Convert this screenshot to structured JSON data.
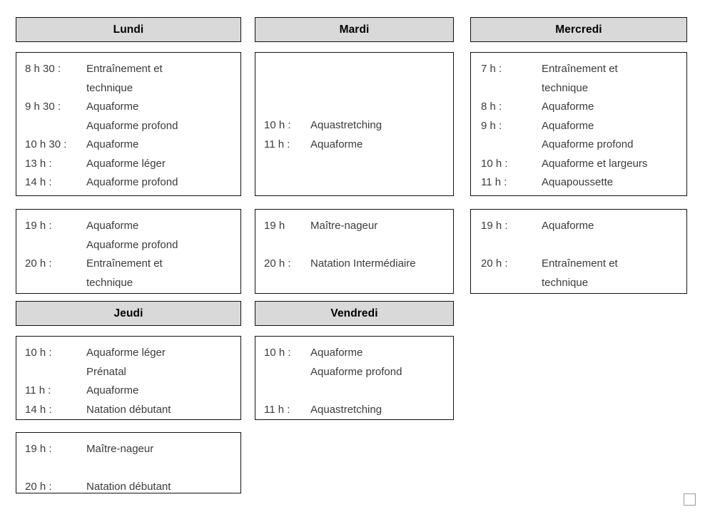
{
  "theme": {
    "header_bg": "#d9d9d9",
    "border_color": "#111111",
    "text_color": "#3b3b3b",
    "header_text_color": "#000000",
    "corner_mark_color": "#9b9b9b",
    "page_bg": "#ffffff"
  },
  "days": [
    {
      "id": "lundi",
      "name": "Lundi",
      "morning": [
        {
          "time": "8 h 30 :",
          "items": [
            "Entraînement et",
            "technique"
          ]
        },
        {
          "time": "9 h 30 :",
          "items": [
            "Aquaforme",
            "Aquaforme profond"
          ]
        },
        {
          "time": "10 h 30 :",
          "items": [
            "Aquaforme"
          ]
        },
        {
          "time": "13 h :",
          "items": [
            "Aquaforme léger"
          ]
        },
        {
          "time": "14 h :",
          "items": [
            "Aquaforme profond"
          ]
        }
      ],
      "evening": [
        {
          "time": "19 h :",
          "items": [
            "Aquaforme",
            "Aquaforme profond"
          ]
        },
        {
          "time": "20 h :",
          "items": [
            "Entraînement et",
            "technique"
          ]
        }
      ]
    },
    {
      "id": "mardi",
      "name": "Mardi",
      "morning": [
        {
          "time": "10 h :",
          "items": [
            "Aquastretching"
          ]
        },
        {
          "time": "11 h :",
          "items": [
            "Aquaforme"
          ]
        }
      ],
      "evening": [
        {
          "time": "19 h",
          "items": [
            "Maître-nageur"
          ]
        },
        {
          "time": "20 h :",
          "items": [
            "Natation Intermédiaire"
          ]
        }
      ]
    },
    {
      "id": "mercredi",
      "name": "Mercredi",
      "morning": [
        {
          "time": "7 h :",
          "items": [
            "Entraînement et",
            "technique"
          ]
        },
        {
          "time": "8 h :",
          "items": [
            "Aquaforme"
          ]
        },
        {
          "time": "9 h :",
          "items": [
            "Aquaforme",
            "Aquaforme profond"
          ]
        },
        {
          "time": "10 h :",
          "items": [
            "Aquaforme et largeurs"
          ]
        },
        {
          "time": "11 h :",
          "items": [
            "Aquapoussette"
          ]
        }
      ],
      "evening": [
        {
          "time": "19 h :",
          "items": [
            "Aquaforme"
          ]
        },
        {
          "time": "20 h :",
          "items": [
            "Entraînement et",
            "technique"
          ]
        }
      ]
    },
    {
      "id": "jeudi",
      "name": "Jeudi",
      "morning": [
        {
          "time": "10 h :",
          "items": [
            "Aquaforme léger",
            "Prénatal"
          ]
        },
        {
          "time": "11 h :",
          "items": [
            "Aquaforme"
          ]
        },
        {
          "time": "14 h :",
          "items": [
            "Natation débutant"
          ]
        }
      ],
      "evening": [
        {
          "time": "19 h :",
          "items": [
            "Maître-nageur"
          ]
        },
        {
          "time": "20 h :",
          "items": [
            "Natation débutant"
          ]
        }
      ]
    },
    {
      "id": "vendredi",
      "name": "Vendredi",
      "morning": [
        {
          "time": "10 h :",
          "items": [
            "Aquaforme",
            "Aquaforme profond"
          ]
        },
        {
          "time": "11 h :",
          "items": [
            "Aquastretching"
          ]
        }
      ],
      "evening": []
    }
  ]
}
